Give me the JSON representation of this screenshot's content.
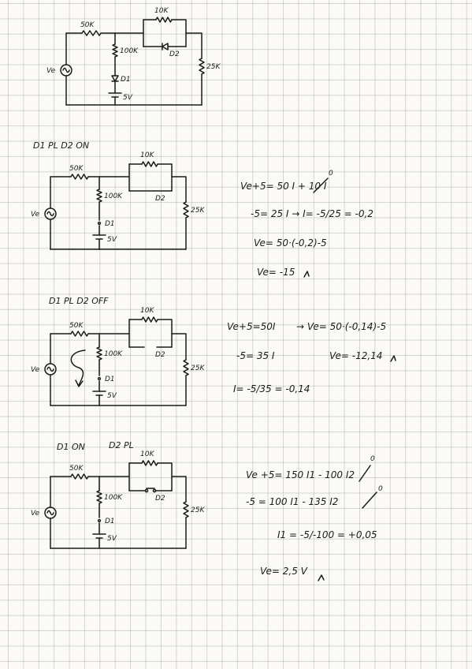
{
  "labels": {
    "r50": "50K",
    "r10": "10K",
    "r100": "100K",
    "r25": "25K",
    "d1": "D1",
    "d2": "D2",
    "vs": "5V",
    "ve": "Ve"
  },
  "cases": {
    "c2": "D1 PL  D2 ON",
    "c3": "D1 PL    D2 OFF",
    "c4a": "D1 ON",
    "c4b": "D2 PL"
  },
  "eq1": {
    "l1": "Ve+5= 50 I + 10 I",
    "l1sup": "0",
    "l2": "-5= 25 I   → I= -5/25 = -0,2",
    "l3": "Ve= 50·(-0,2)-5",
    "l4": "Ve= -15"
  },
  "eq2": {
    "l1": "Ve+5=50I",
    "l2": "-5= 35 I",
    "l3": "I= -5/35 = -0,14",
    "r1": "→  Ve= 50·(-0,14)-5",
    "r2": "Ve= -12,14"
  },
  "eq3": {
    "l1": "Ve +5= 150 I1 - 100 I2",
    "l1sup": "0",
    "l2": "-5 = 100 I1 - 135 I2",
    "l2sup": "0",
    "l3": "I1 = -5/-100 = +0,05",
    "l4": "Ve= 2,5 V"
  }
}
